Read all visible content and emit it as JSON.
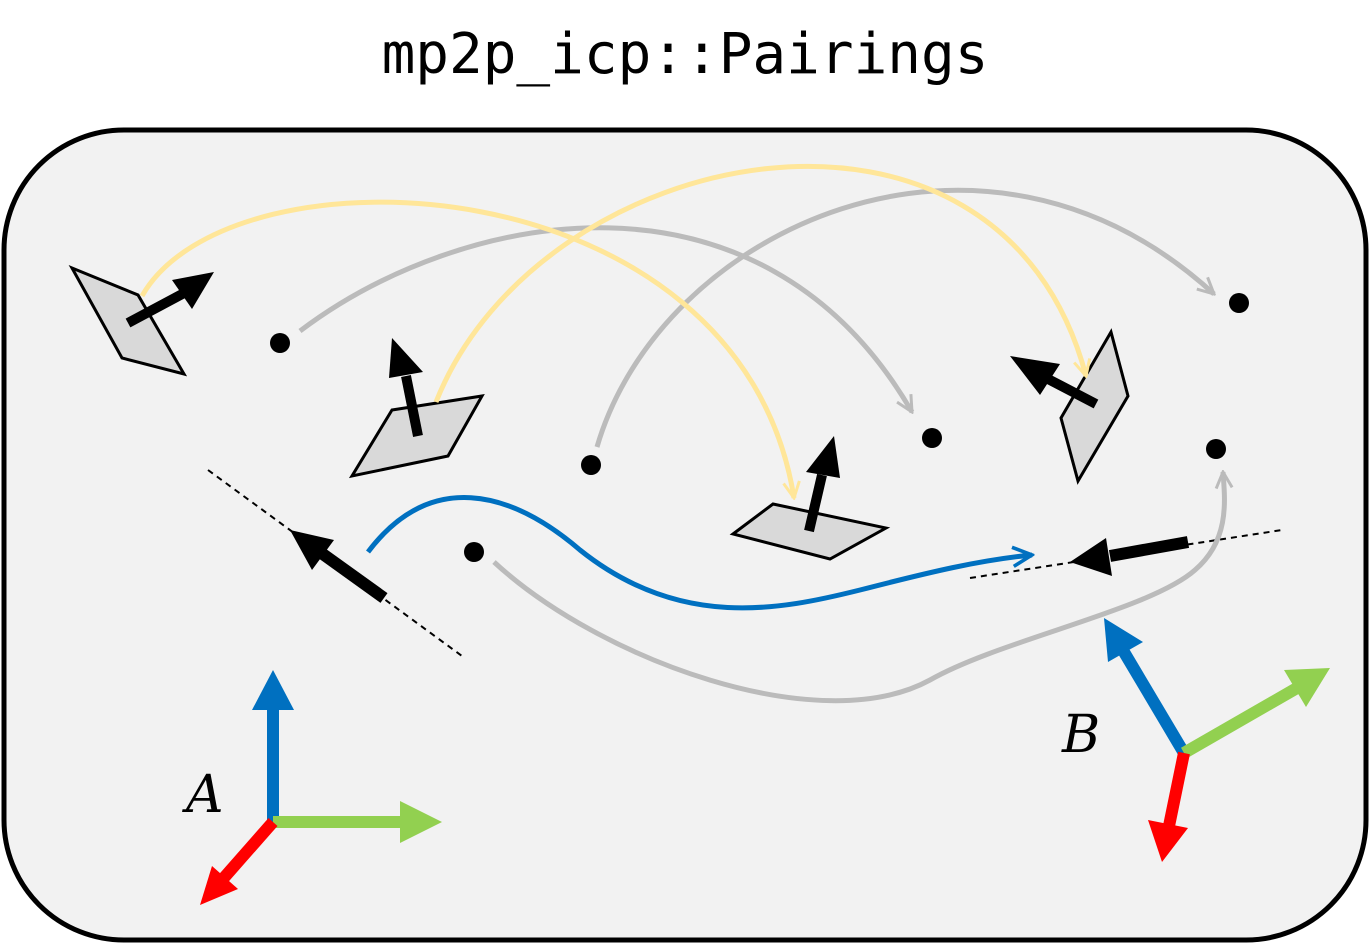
{
  "title": "mp2p_icp::Pairings",
  "frames": {
    "a_label": "A",
    "b_label": "B"
  },
  "pairing_colors": {
    "point_to_point": "#bbbbbb",
    "point_to_plane": "#ffe699",
    "point_to_line": "#0070c0"
  },
  "axis_colors": {
    "x": "#ff0000",
    "y": "#92d050",
    "z": "#0070c0"
  },
  "plane_fill": "#d9d9d9",
  "panel_fill": "#f2f2f2"
}
